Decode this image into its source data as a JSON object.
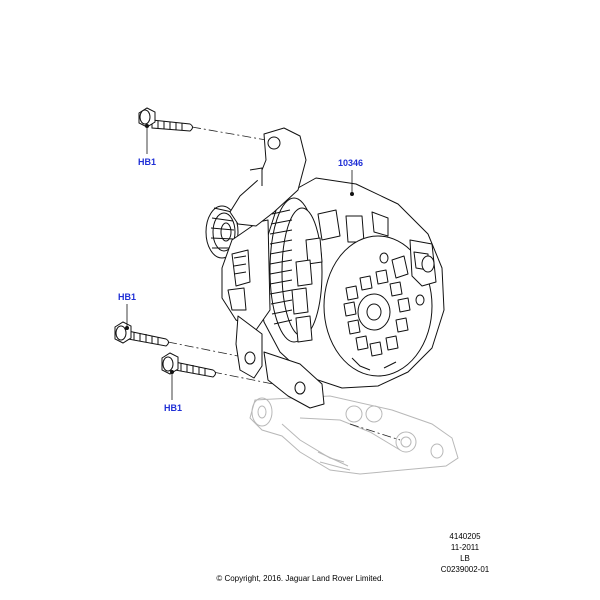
{
  "callouts": {
    "hb1_top": "HB1",
    "part_10346": "10346",
    "hb1_left": "HB1",
    "hb1_bottom": "HB1"
  },
  "info_block": {
    "illustration_number": "4140205",
    "date": "11-2011",
    "variant": "LB",
    "drawing_code": "C0239002-01"
  },
  "copyright": "© Copyright, 2016. Jaguar Land Rover Limited.",
  "colors": {
    "callout": "#1f2fd6",
    "line_art": "#111111",
    "ghost_art": "#b8b8b8"
  }
}
